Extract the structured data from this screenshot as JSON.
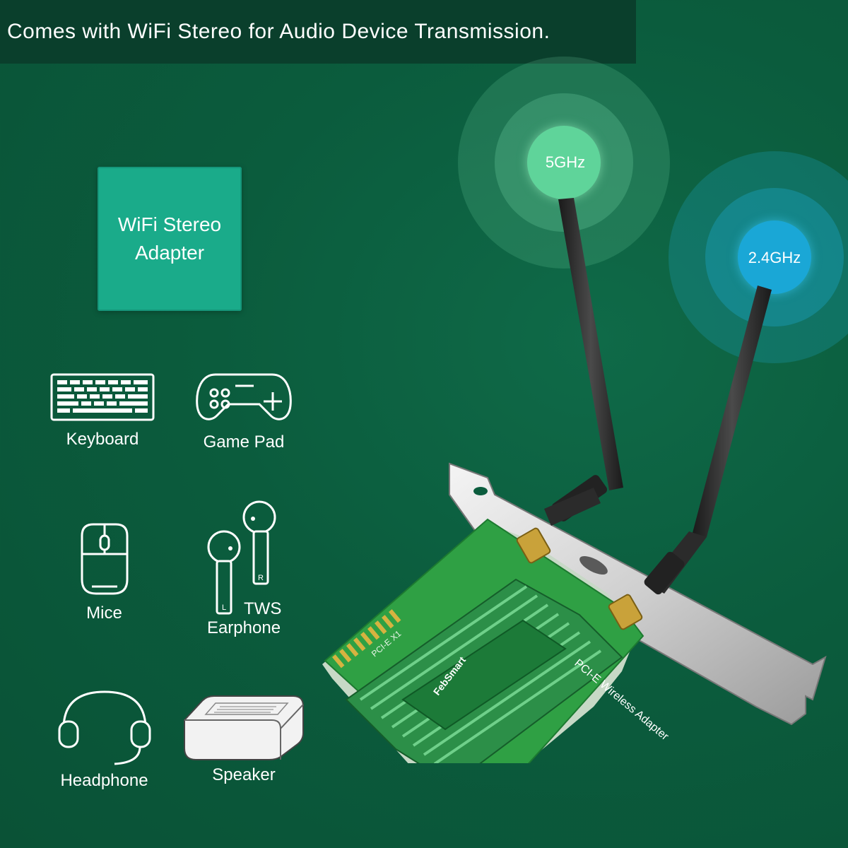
{
  "banner": {
    "text": "Comes with WiFi Stereo for Audio Device Transmission."
  },
  "adapter_card": {
    "line1": "WiFi Stereo",
    "line2": "Adapter"
  },
  "devices": [
    {
      "label": "Keyboard",
      "icon": "keyboard-icon"
    },
    {
      "label": "Game Pad",
      "icon": "gamepad-icon"
    },
    {
      "label": "Mice",
      "icon": "mouse-icon"
    },
    {
      "label": "TWS",
      "label2": "Earphone",
      "icon": "earbuds-icon"
    },
    {
      "label": "Headphone",
      "icon": "headphone-icon"
    },
    {
      "label": "Speaker",
      "icon": "speaker-icon"
    }
  ],
  "bands": {
    "band_5": "5GHz",
    "band_24": "2.4GHz"
  },
  "card": {
    "brand": "FebSmart",
    "model_text": "PCI-E Wireless Adapter",
    "slot_text": "PCI-E X1",
    "earbud_l": "L",
    "earbud_r": "R"
  },
  "colors": {
    "background": "#0b5c3d",
    "banner": "#0a3f2c",
    "card": "#1aab8a",
    "band_5": "#5fd49a",
    "band_24": "#1aa7d6",
    "heatsink": "#2f9e4e"
  }
}
